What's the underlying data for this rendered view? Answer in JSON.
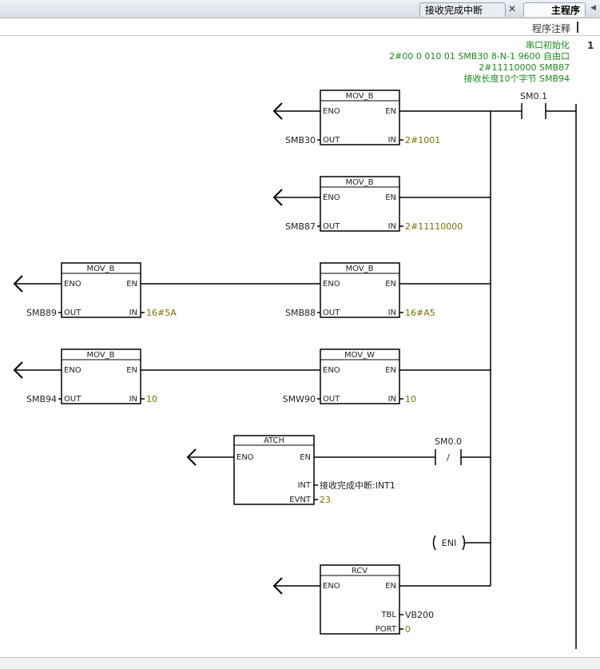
{
  "tabs": [
    {
      "label": "主程序",
      "active": true
    },
    {
      "label": "接收完成中断",
      "active": false
    }
  ],
  "program_comment_label": "程序注释",
  "network": {
    "number": "1",
    "comment_lines": [
      "串口初始化",
      "2#00 0 010 01 SMB30  8-N-1 9600 自由口",
      "2#11110000 SMB87",
      "接收长度10个字节 SMB94"
    ]
  },
  "contacts": {
    "sm01": "SM0.1",
    "sm00": "SM0.0",
    "not_label": "/",
    "eni": "ENI"
  },
  "pins": {
    "en": "EN",
    "eno": "ENO",
    "in": "IN",
    "out": "OUT",
    "int": "INT",
    "evnt": "EVNT",
    "tbl": "TBL",
    "port": "PORT"
  },
  "boxes": {
    "b1": {
      "title": "MOV_B",
      "in": "2#1001",
      "out": "SMB30"
    },
    "b2": {
      "title": "MOV_B",
      "in": "2#11110000",
      "out": "SMB87"
    },
    "b3": {
      "title": "MOV_B",
      "in": "16#A5",
      "out": "SMB88"
    },
    "b4": {
      "title": "MOV_B",
      "in": "16#5A",
      "out": "SMB89"
    },
    "b5": {
      "title": "MOV_W",
      "in": "10",
      "out": "SMW90"
    },
    "b6": {
      "title": "MOV_B",
      "in": "10",
      "out": "SMB94"
    },
    "atch": {
      "title": "ATCH",
      "int": "接收完成中断:INT1",
      "evnt": "23"
    },
    "rcv": {
      "title": "RCV",
      "tbl": "VB200",
      "port": "0"
    }
  },
  "colors": {
    "comment_green": "#1a8a1a",
    "constant_olive": "#7a7000",
    "line": "#000000"
  }
}
